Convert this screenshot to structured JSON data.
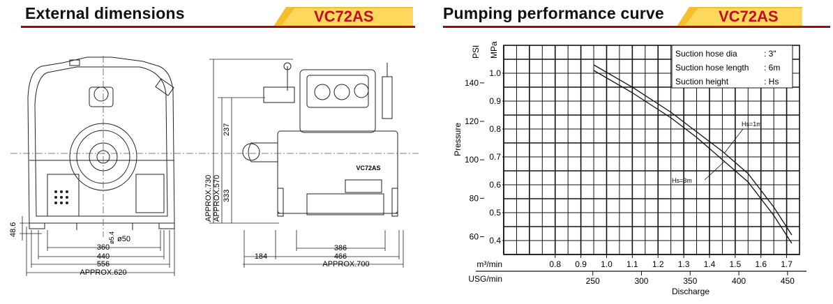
{
  "left": {
    "title": "External dimensions",
    "model": "VC72AS",
    "dims": {
      "d360": "360",
      "d440": "440",
      "d556": "556",
      "approx620": "APPROX.620",
      "phi50": "ø50",
      "phi54": "ø5.4",
      "h486": "48.6",
      "d184": "184",
      "d386": "386",
      "d466": "466",
      "approx700": "APPROX.700",
      "h237": "237",
      "h333": "333",
      "approx730": "APPROX.730",
      "approx570": "APPROX.570",
      "badge": "VC72AS"
    }
  },
  "right": {
    "title": "Pumping performance curve",
    "model": "VC72AS",
    "unit_psi": "PSI",
    "unit_mpa": "MPa",
    "ylabel": "Pressure",
    "xlabel": "Discharge",
    "x_unit_m3": "m³/min",
    "x_unit_usg": "USG/min",
    "legend": [
      {
        "label": "Suction hose dia",
        "value": ": 3\""
      },
      {
        "label": "Suction hose length",
        "value": ": 6m"
      },
      {
        "label": "Suction height",
        "value": ": Hs"
      }
    ],
    "hs1": "Hs=1m",
    "hs3": "Hs=3m"
  },
  "chart_data": {
    "type": "line",
    "xlabel": "Discharge",
    "ylabel": "Pressure",
    "x_unit": "m³/min",
    "y_unit": "MPa",
    "xlim": [
      0.6,
      1.75
    ],
    "ylim": [
      0.35,
      1.1
    ],
    "x_ticks_m3": [
      "0.8",
      "0.9",
      "1.0",
      "1.1",
      "1.2",
      "1.3",
      "1.4",
      "1.5",
      "1.6",
      "1.7"
    ],
    "x_ticks_usg": [
      "250",
      "300",
      "350",
      "400",
      "450"
    ],
    "y_ticks_mpa": [
      "0.4",
      "0.5",
      "0.6",
      "0.7",
      "0.8",
      "0.9",
      "1.0"
    ],
    "y_ticks_psi": [
      "60",
      "80",
      "100",
      "120",
      "140"
    ],
    "grid": true,
    "series": [
      {
        "name": "Hs=1m",
        "x": [
          0.95,
          1.1,
          1.25,
          1.35,
          1.45,
          1.55,
          1.65,
          1.72
        ],
        "y": [
          1.03,
          0.95,
          0.86,
          0.79,
          0.72,
          0.64,
          0.52,
          0.42
        ]
      },
      {
        "name": "Hs=3m",
        "x": [
          0.95,
          1.1,
          1.25,
          1.35,
          1.45,
          1.55,
          1.65,
          1.72
        ],
        "y": [
          1.01,
          0.93,
          0.84,
          0.77,
          0.69,
          0.61,
          0.49,
          0.39
        ]
      }
    ]
  }
}
